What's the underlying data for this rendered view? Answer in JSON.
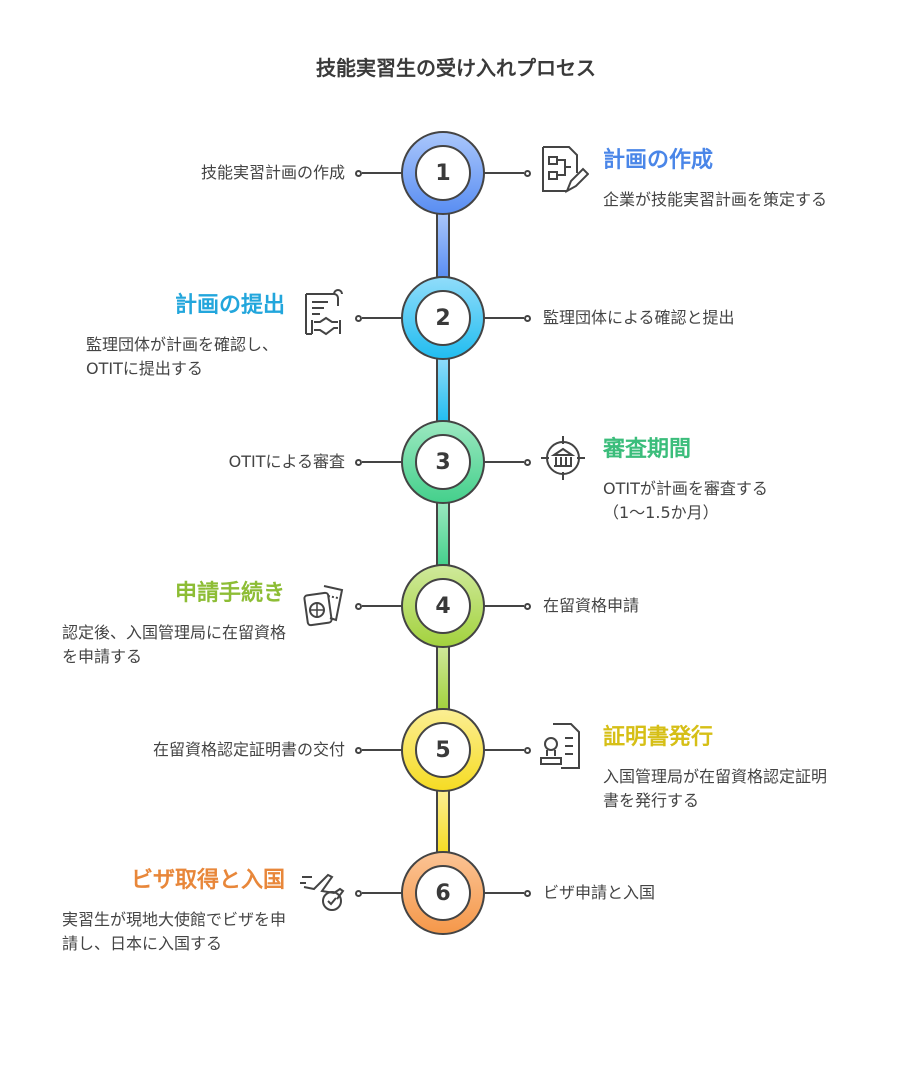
{
  "title": "技能実習生の受け入れプロセス",
  "steps": [
    {
      "number": "1",
      "side": "right",
      "title": "計画の作成",
      "description": "企業が技能実習計画を策定する",
      "short_label": "技能実習計画の作成",
      "color": "#5a8ef2",
      "light": "#a9c6fb",
      "title_color": "#4a86e8",
      "icon": "flowchart-document-pencil-icon"
    },
    {
      "number": "2",
      "side": "left",
      "title": "計画の提出",
      "description": "監理団体が計画を確認し、OTITに提出する",
      "short_label": "監理団体による確認と提出",
      "color": "#22bdf0",
      "light": "#8fdcfa",
      "title_color": "#22a6dc",
      "icon": "contract-handshake-icon"
    },
    {
      "number": "3",
      "side": "right",
      "title": "審査期間",
      "description": "OTITが計画を審査する（1〜1.5か月）",
      "short_label": "OTITによる審査",
      "color": "#45d08c",
      "light": "#9be8c0",
      "title_color": "#3bbd7b",
      "icon": "target-bank-icon"
    },
    {
      "number": "4",
      "side": "left",
      "title": "申請手続き",
      "description": "認定後、入国管理局に在留資格を申請する",
      "short_label": "在留資格申請",
      "color": "#a3d23e",
      "light": "#cfe99a",
      "title_color": "#8dbd35",
      "icon": "passport-ticket-icon"
    },
    {
      "number": "5",
      "side": "right",
      "title": "証明書発行",
      "description": "入国管理局が在留資格認定証明書を発行する",
      "short_label": "在留資格認定証明書の交付",
      "color": "#f6dc24",
      "light": "#fbee93",
      "title_color": "#d6bf16",
      "icon": "certificate-stamp-icon"
    },
    {
      "number": "6",
      "side": "left",
      "title": "ビザ取得と入国",
      "description": "実習生が現地大使館でビザを申請し、日本に入国する",
      "short_label": "ビザ申請と入国",
      "color": "#f5984a",
      "light": "#fbc394",
      "title_color": "#e8873a",
      "icon": "plane-check-icon"
    }
  ]
}
